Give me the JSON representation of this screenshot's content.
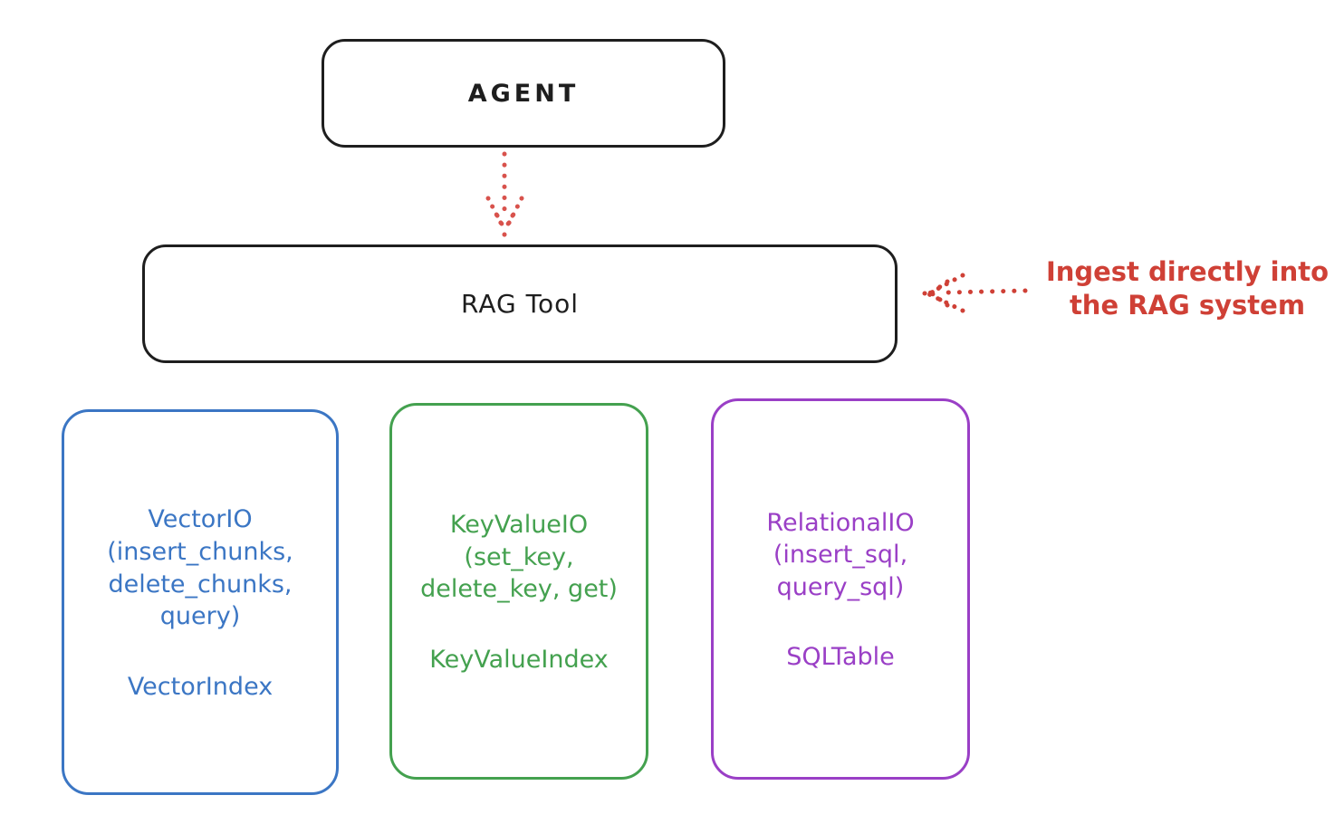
{
  "canvas": {
    "background": "#ffffff"
  },
  "nodes": {
    "agent": {
      "label": "AGENT",
      "border_color": "#1e1e1e"
    },
    "rag_tool": {
      "label": "RAG Tool",
      "border_color": "#1e1e1e"
    }
  },
  "annotation": {
    "text": "Ingest directly into\nthe RAG system",
    "color": "#cf4036"
  },
  "arrows": {
    "agent_to_rag": {
      "style": "dotted",
      "direction": "down",
      "color": "#d8524c"
    },
    "annotation_to_rag": {
      "style": "dotted",
      "direction": "left",
      "color": "#cf4036"
    }
  },
  "io_boxes": [
    {
      "id": "vector",
      "title": "VectorIO\n(insert_chunks,\ndelete_chunks,\nquery)",
      "index_label": "VectorIndex",
      "color": "#3b76c4"
    },
    {
      "id": "keyvalue",
      "title": "KeyValueIO\n(set_key,\ndelete_key, get)",
      "index_label": "KeyValueIndex",
      "color": "#44a14f"
    },
    {
      "id": "relational",
      "title": "RelationalIO\n(insert_sql,\nquery_sql)",
      "index_label": "SQLTable",
      "color": "#9a3fc6"
    }
  ]
}
